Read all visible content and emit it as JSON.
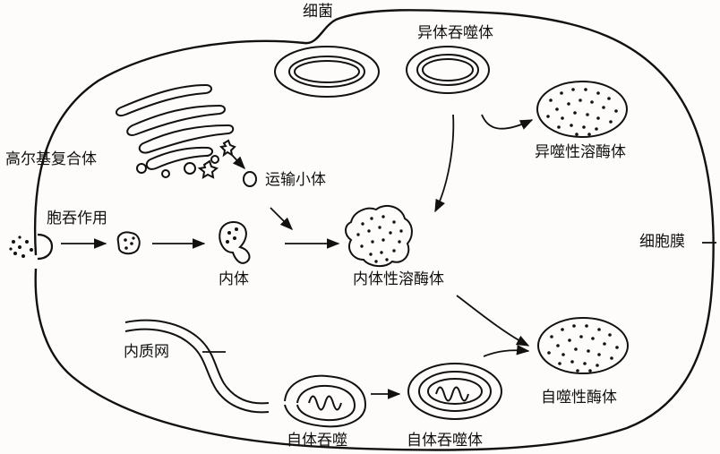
{
  "labels": {
    "bacterium": "细菌",
    "heterophagosome": "异体吞噬体",
    "golgi": "高尔基复合体",
    "transport_vesicle": "运输小体",
    "heterophagic_lysosome": "异噬性溶酶体",
    "endocytosis": "胞吞作用",
    "endosome": "内体",
    "endolysosome": "内体性溶酶体",
    "cell_membrane": "细胞膜",
    "er": "内质网",
    "autophagy": "自体吞噬",
    "autophagosome": "自体吞噬体",
    "autophagic_lysosome": "自噬性酶体"
  },
  "colors": {
    "ink": "#111111",
    "paper": "#fdfcfa"
  }
}
